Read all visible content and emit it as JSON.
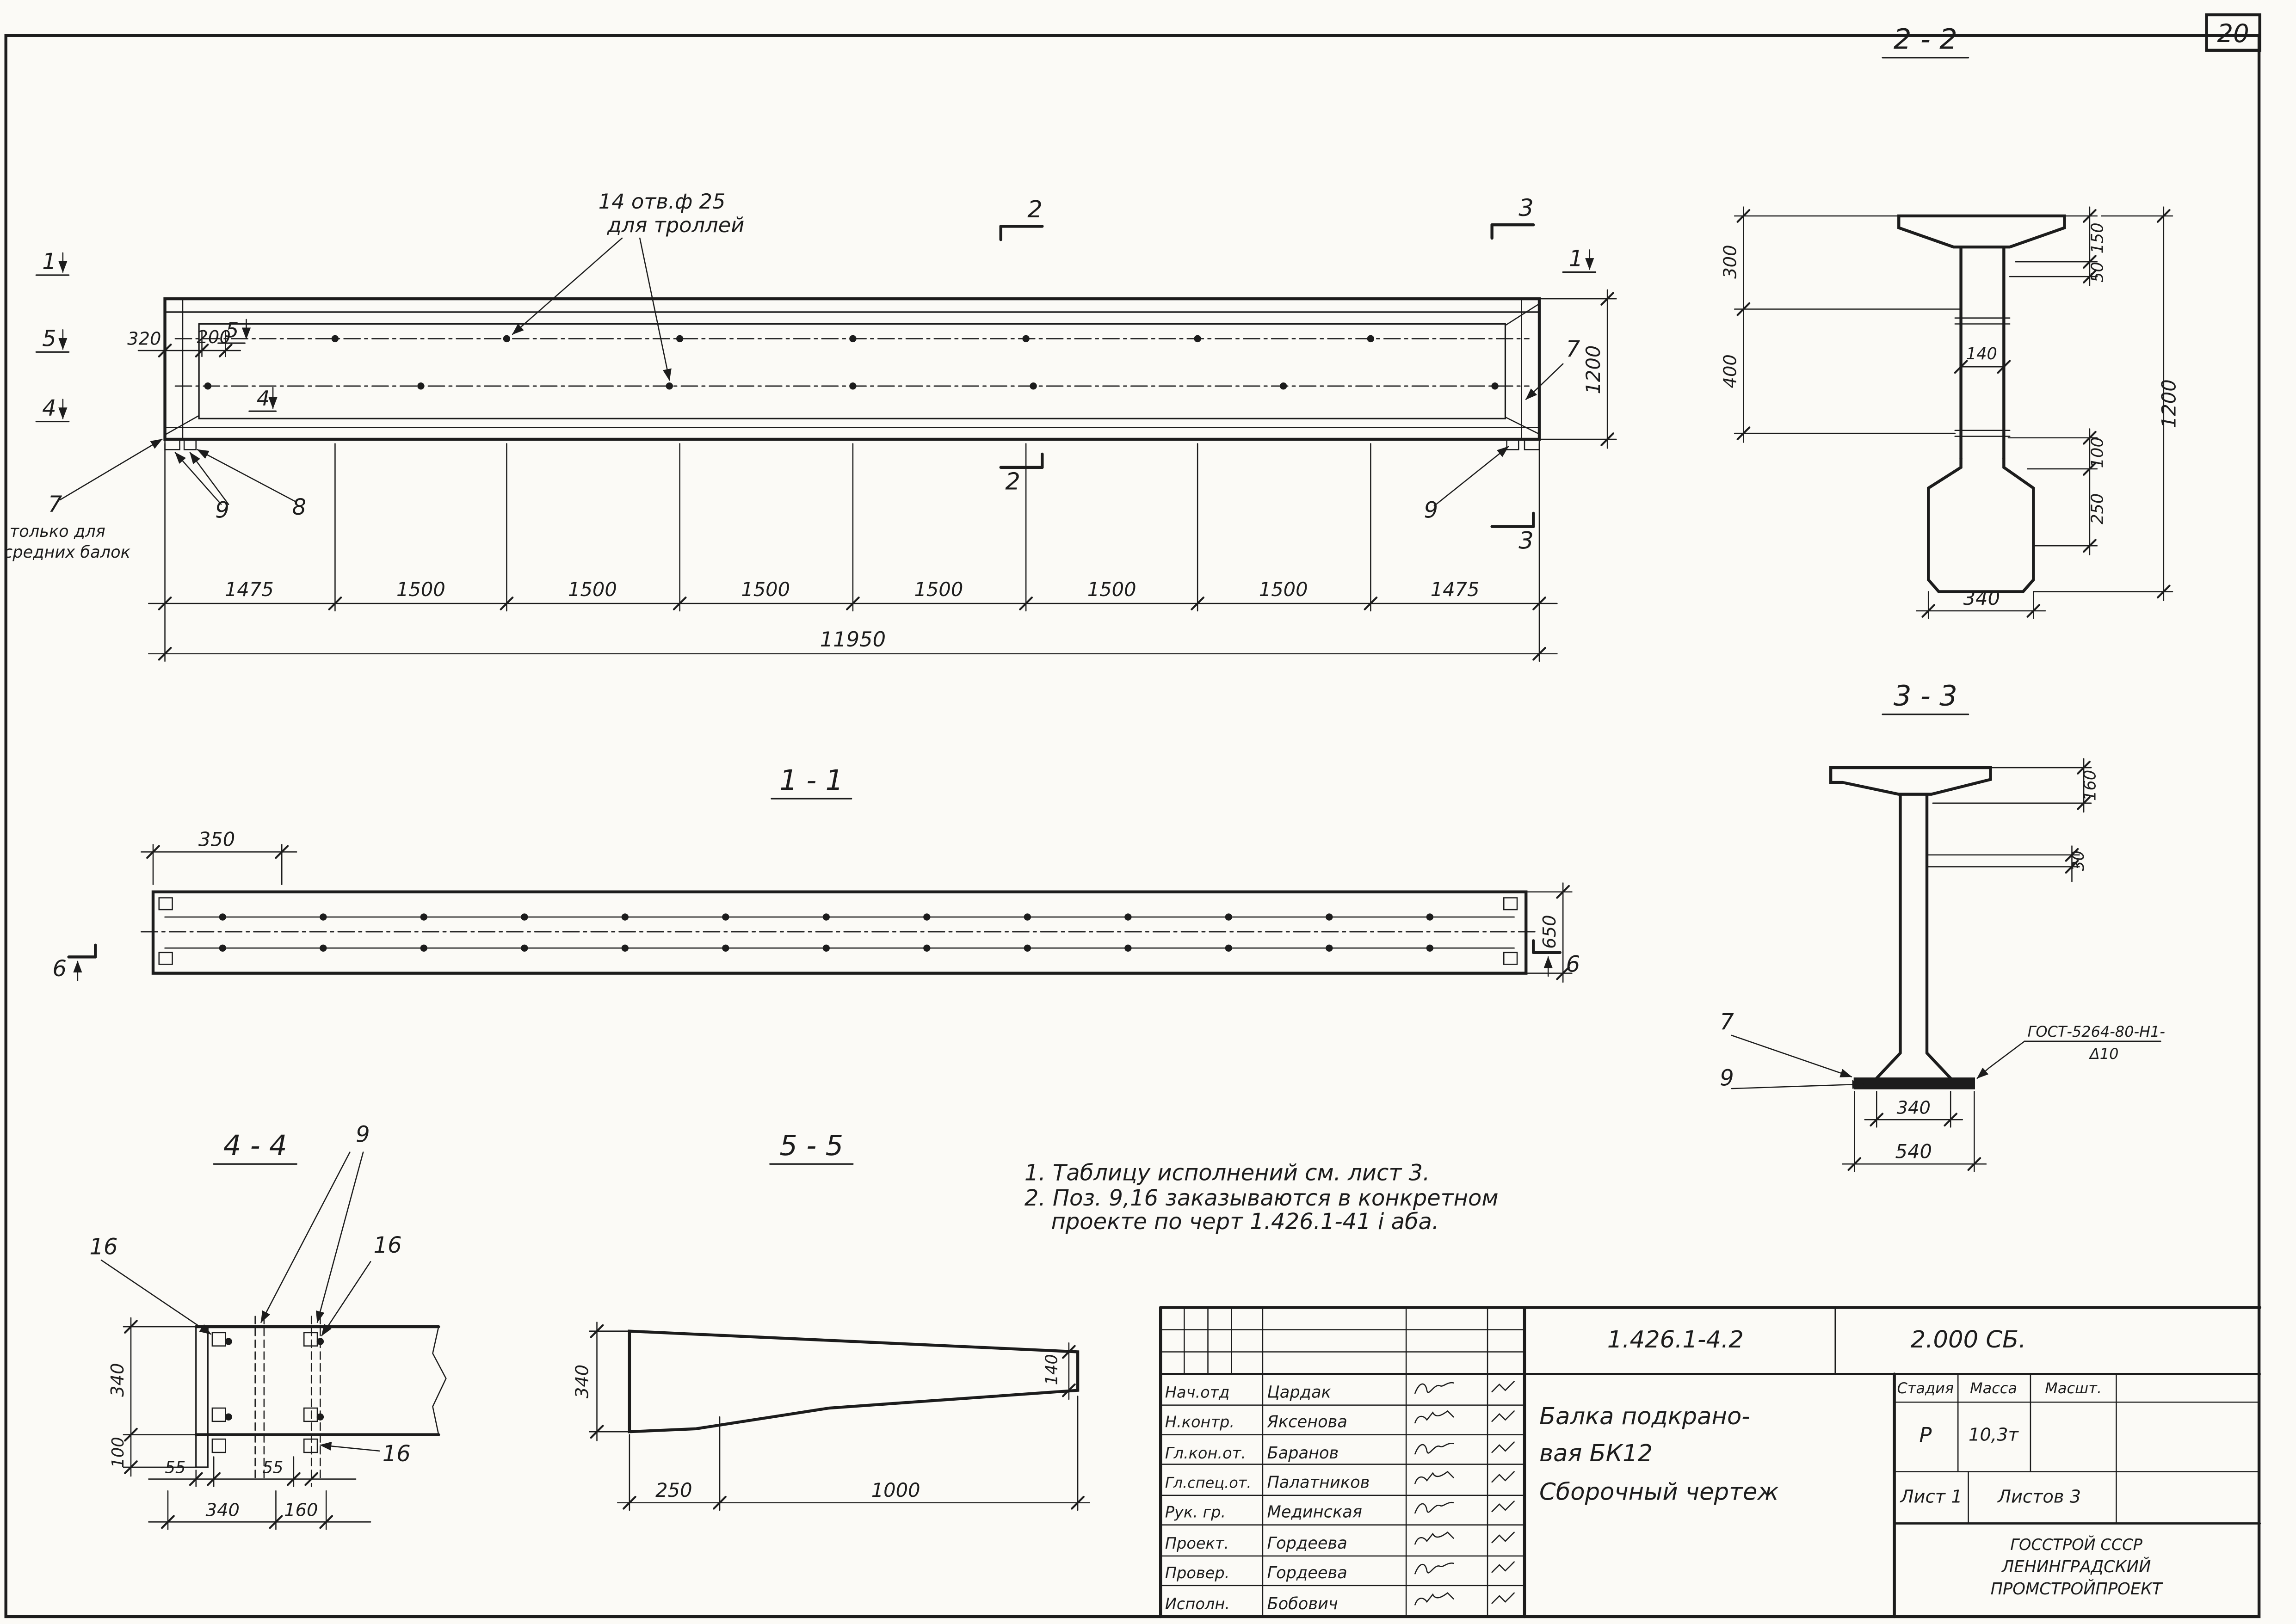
{
  "page_number": "20",
  "main_view": {
    "callout": {
      "line1": "14 отв.ф 25",
      "line2": "для троллей"
    },
    "end_note": {
      "line1": "только для",
      "line2": "средних балок"
    },
    "markers": {
      "left_1": "1",
      "left_5": "5",
      "left_4": "4",
      "inner_5": "5",
      "inner_4": "4",
      "right_1": "1",
      "cut2_top": "2",
      "cut2_bottom": "2",
      "cut3_top": "3",
      "cut3_bottom": "3",
      "item7_left": "7",
      "item9_left": "9",
      "item8_left": "8",
      "item7_right": "7",
      "item9_right": "9"
    },
    "dims": {
      "d320": "320",
      "d200": "200",
      "d1200": "1200",
      "segments": [
        "1475",
        "1500",
        "1500",
        "1500",
        "1500",
        "1500",
        "1500",
        "1475"
      ],
      "total": "11950"
    }
  },
  "section_2_2": {
    "title": "2 - 2",
    "dims": {
      "d300": "300",
      "d400": "400",
      "d140": "140",
      "d150": "150",
      "d50": "50",
      "d100": "100",
      "d250": "250",
      "d1200": "1200",
      "d340": "340"
    }
  },
  "section_1_1": {
    "title": "1 - 1",
    "dims": {
      "d350": "350",
      "d650": "650"
    },
    "markers": {
      "left_6": "6",
      "right_6": "6"
    }
  },
  "section_3_3": {
    "title": "3 - 3",
    "dims": {
      "d160": "160",
      "d30": "30",
      "d340": "340",
      "d540": "540"
    },
    "markers": {
      "item7": "7",
      "item9": "9"
    },
    "weld_note": {
      "line1": "ГОСТ-5264-80-Н1-",
      "line2": "Δ10"
    }
  },
  "section_4_4": {
    "title": "4 - 4",
    "markers": {
      "item9": "9",
      "item16_a": "16",
      "item16_b": "16",
      "item16_c": "16"
    },
    "dims": {
      "d340_left": "340",
      "d100": "100",
      "d55_a": "55",
      "d55_b": "55",
      "d340_bottom": "340",
      "d160": "160"
    }
  },
  "section_5_5": {
    "title": "5 - 5",
    "dims": {
      "d340": "340",
      "d140": "140",
      "d250": "250",
      "d1000": "1000"
    }
  },
  "notes": {
    "line1": "1. Таблицу исполнений  см. лист 3.",
    "line2": "2. Поз. 9,16 заказываются в конкретном",
    "line3": "проекте по черт 1.426.1-41 і аба."
  },
  "title_block": {
    "doc_number": "1.426.1-4.2",
    "doc_code": "2.000 СБ.",
    "title_line1": "Балка подкрано-",
    "title_line2": "вая БК12",
    "title_line3": "Сборочный  чертеж",
    "col_stage": "Стадия",
    "col_mass": "Масса",
    "col_scale": "Масшт.",
    "stage_value": "Р",
    "mass_value": "10,3т",
    "sheet_label": "Лист 1",
    "sheets_label": "Листов 3",
    "org_line1": "ГОССТРОЙ СССР",
    "org_line2": "ЛЕНИНГРАДСКИЙ",
    "org_line3": "ПРОМСТРОЙПРОЕКТ",
    "staff": [
      {
        "role": "Нач.отд",
        "name": "Цардак"
      },
      {
        "role": "Н.контр.",
        "name": "Яксенова"
      },
      {
        "role": "Гл.кон.от.",
        "name": "Баранов"
      },
      {
        "role": "Гл.спец.от.",
        "name": "Палатников"
      },
      {
        "role": "Рук. гр.",
        "name": "Мединская"
      },
      {
        "role": "Проект.",
        "name": "Гордеева"
      },
      {
        "role": "Провер.",
        "name": "Гордеева"
      },
      {
        "role": "Исполн.",
        "name": "Бобович"
      }
    ]
  }
}
